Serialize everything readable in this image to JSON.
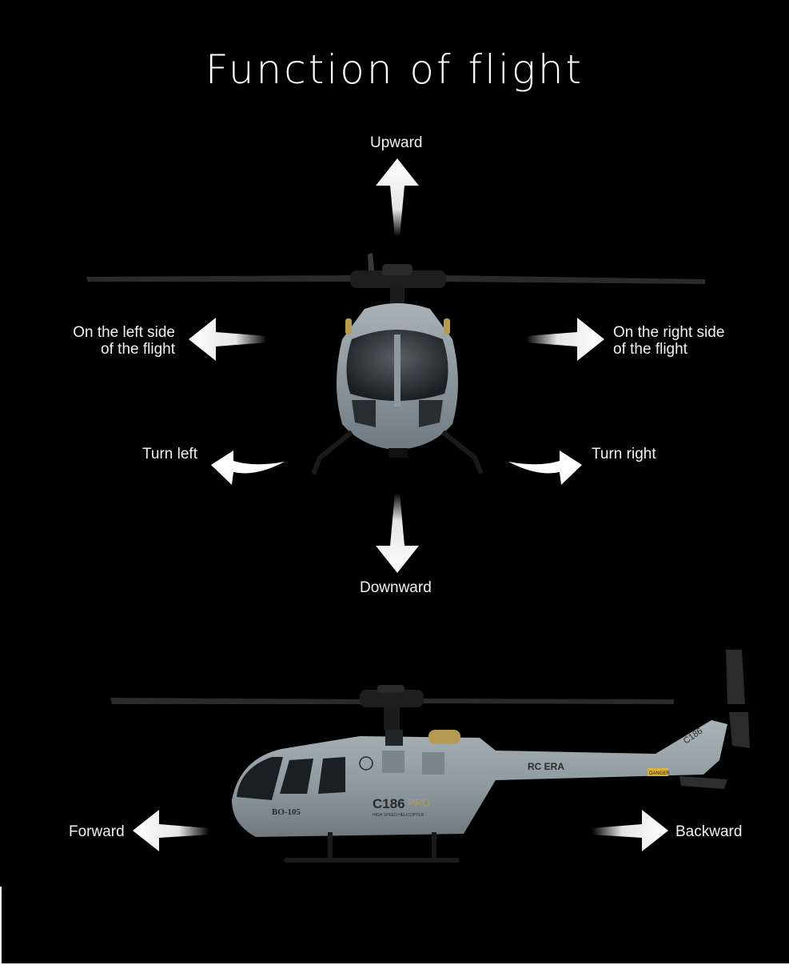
{
  "title": "Function of flight",
  "labels": {
    "upward": "Upward",
    "downward": "Downward",
    "left_side_line1": "On the left side",
    "left_side_line2": "of the flight",
    "right_side_line1": "On the right side",
    "right_side_line2": "of the flight",
    "turn_left": "Turn left",
    "turn_right": "Turn right",
    "forward": "Forward",
    "backward": "Backward"
  },
  "helicopter_markings": {
    "brand": "RC ERA",
    "model": "C186",
    "model_suffix": "PRO",
    "subtitle": "HIGH SPEED HELICOPTER",
    "tail_code": "C186",
    "nose_code": "BO-105",
    "danger_tag": "DANGER"
  },
  "colors": {
    "background": "#000000",
    "text": "#ffffff",
    "fuselage": "#8e989f",
    "rotor": "#2a2a2a",
    "brass": "#b59a52"
  }
}
